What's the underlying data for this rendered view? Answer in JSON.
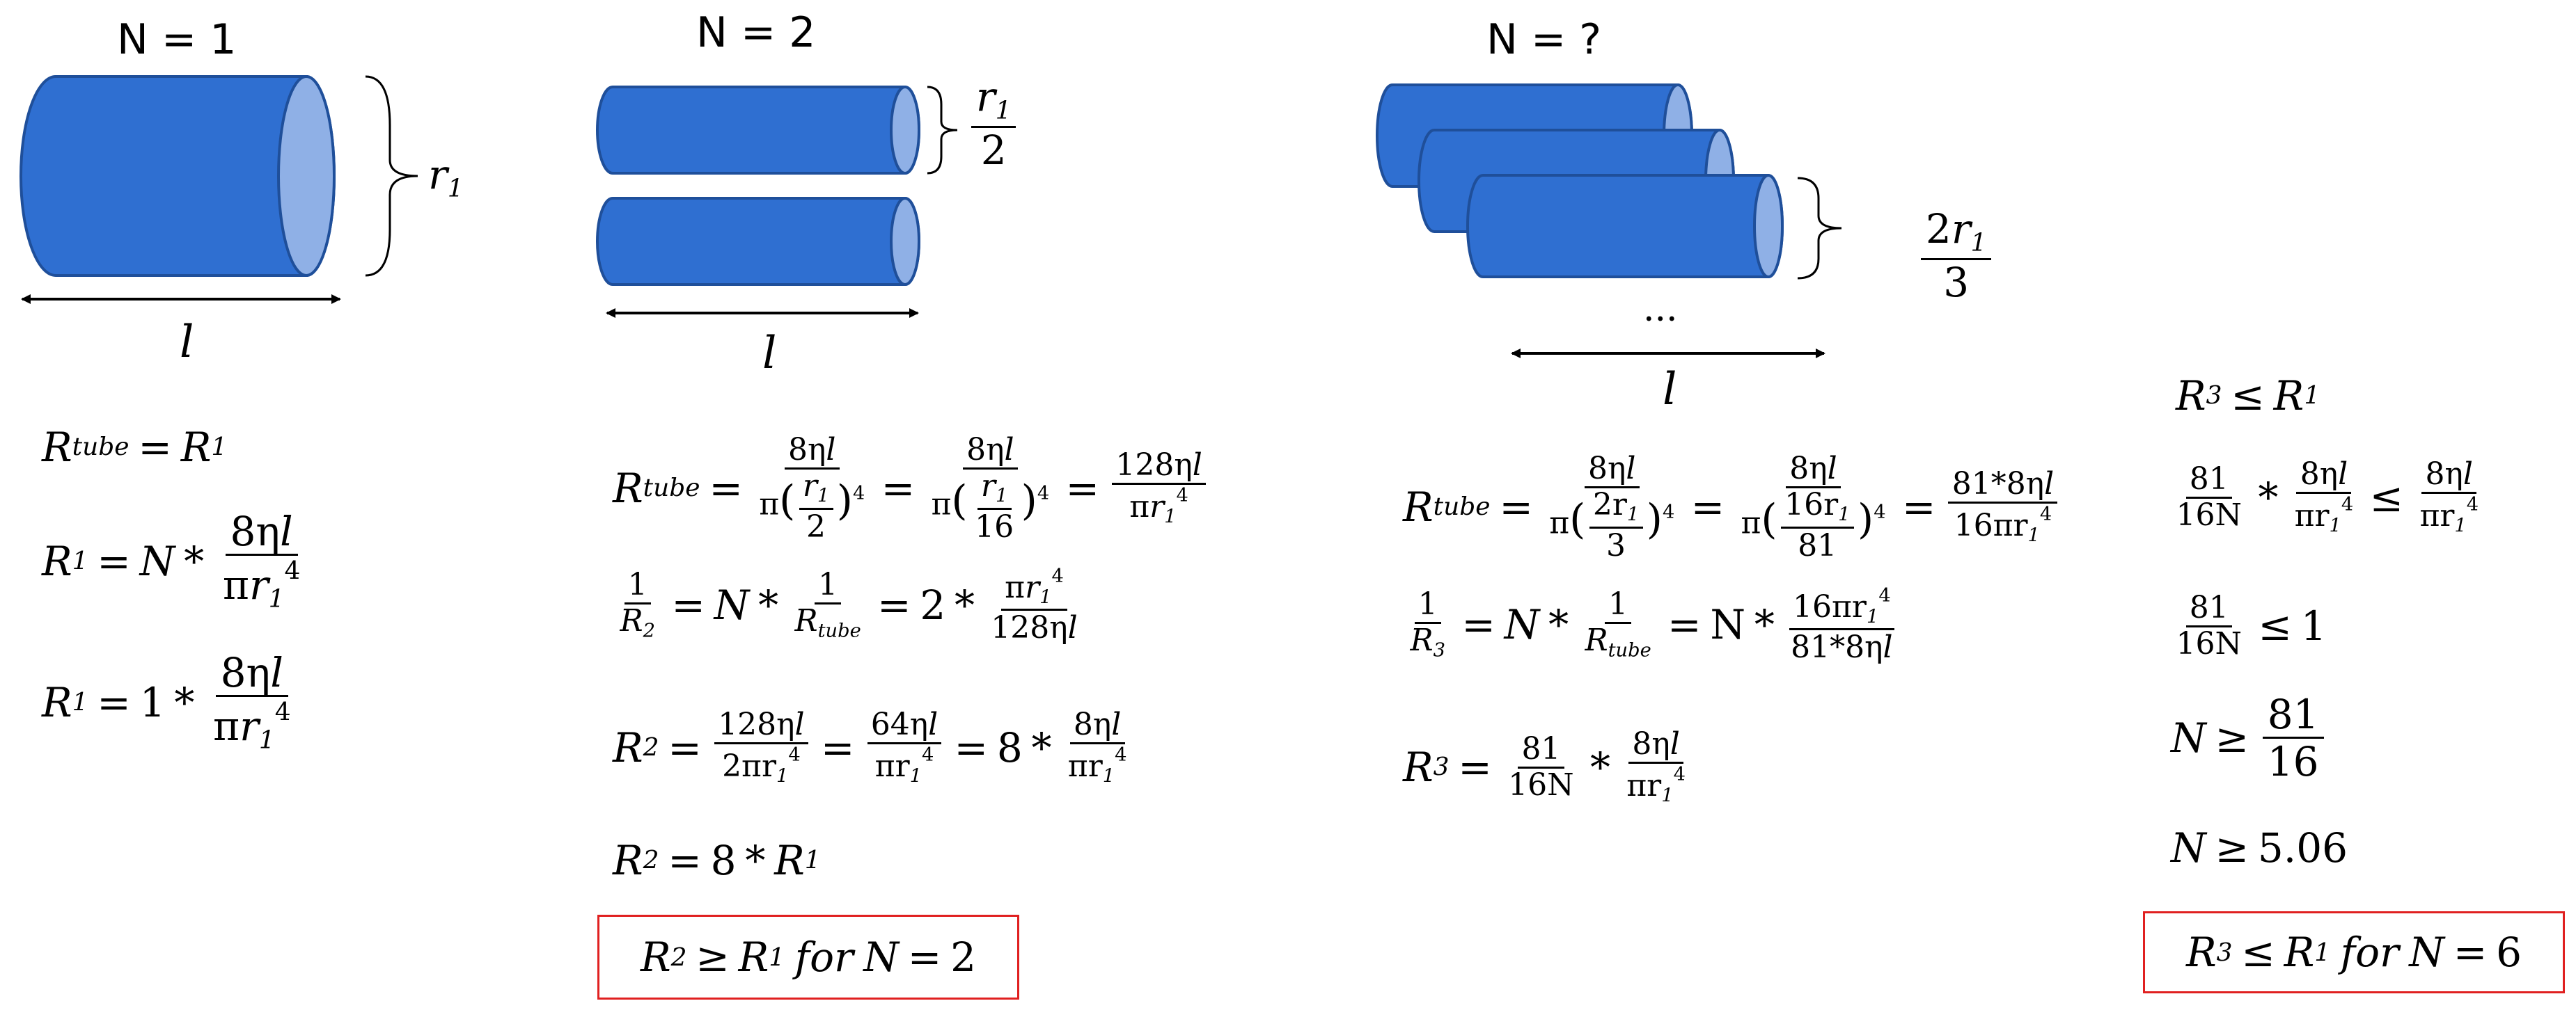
{
  "panels": [
    {
      "count_label": "N = 1",
      "radius_label": {
        "coef": "",
        "var": "r",
        "sub": "1",
        "den": ""
      },
      "length_label": "l"
    },
    {
      "count_label": "N = 2",
      "radius_label": {
        "coef": "",
        "var": "r",
        "sub": "1",
        "den": "2"
      },
      "length_label": "l"
    },
    {
      "count_label": "N = ?",
      "radius_label": {
        "coef": "2",
        "var": "r",
        "sub": "1",
        "den": "3"
      },
      "length_label": "l",
      "ellipsis": "..."
    }
  ],
  "symbols": {
    "R": "R",
    "r": "r",
    "N": "N",
    "l": "l",
    "eta": "η",
    "pi": "π",
    "tube": "tube",
    "one": "1",
    "two": "2",
    "three": "3",
    "four": "4",
    "eq": "=",
    "times": "*",
    "le": "≤",
    "ge": "≥"
  },
  "numbers": {
    "n8": "8",
    "n81": "81",
    "n16": "16",
    "n128": "128",
    "n64": "64",
    "n2": "2",
    "n1": "1",
    "n506": "5.06",
    "coef_8eta": "8η",
    "coef_128eta": "128η",
    "coef_64eta": "64η",
    "coef_81_8eta": "81*8η",
    "frac_r1_2": "r",
    "frac_2r1": "2r",
    "frac_16r1": "16r",
    "den_16N": "16N",
    "den_2pi": "2πr",
    "den_16pi": "16πr",
    "pi_r": "πr"
  },
  "conclusions": {
    "left": {
      "lhs_sub": "2",
      "rel": "≥",
      "rhs_sub": "1",
      "for_text": "for",
      "n_value": "2"
    },
    "right": {
      "lhs_sub": "3",
      "rel": "≤",
      "rhs_sub": "1",
      "for_text": "for",
      "n_value": "6"
    }
  },
  "colors": {
    "cylinder_body": "#2f6fd1",
    "cylinder_edge": "#1f4f9a",
    "cylinder_end": "#8fb0e6",
    "box_border": "#e02020"
  }
}
